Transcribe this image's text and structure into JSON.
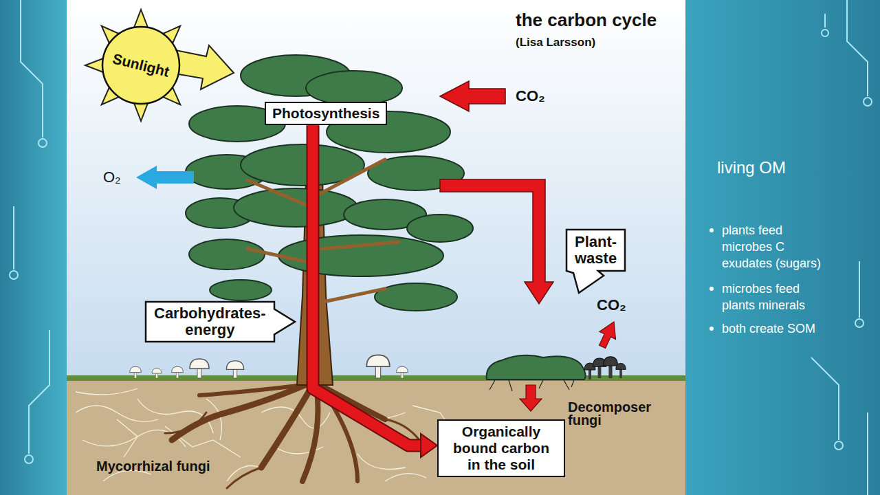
{
  "diagram": {
    "title": "the carbon cycle",
    "nodes": [
      {
        "text": [
          "Sunlight"
        ]
      },
      {
        "text": [
          "Photosynthesis"
        ]
      },
      {
        "text": [
          "Plant- waste"
        ]
      },
      {
        "text": [
          "Carbohydrates- energy"
        ]
      },
      {
        "text": [
          "Organically bound carbon in the soil"
        ]
      }
    ],
    "edges": [
      {
        "from": 1,
        "to": 4,
        "arrow": "to"
      }
    ],
    "labels": [
      "(Lisa Larsson)",
      "CO₂",
      "O₂",
      "CO₂",
      "Decomposer fungi",
      "Mycorrhizal fungi",
      "living OM",
      "plants feed microbes C exudates (sugars)",
      "microbes feed plants minerals",
      "both create SOM"
    ]
  }
}
